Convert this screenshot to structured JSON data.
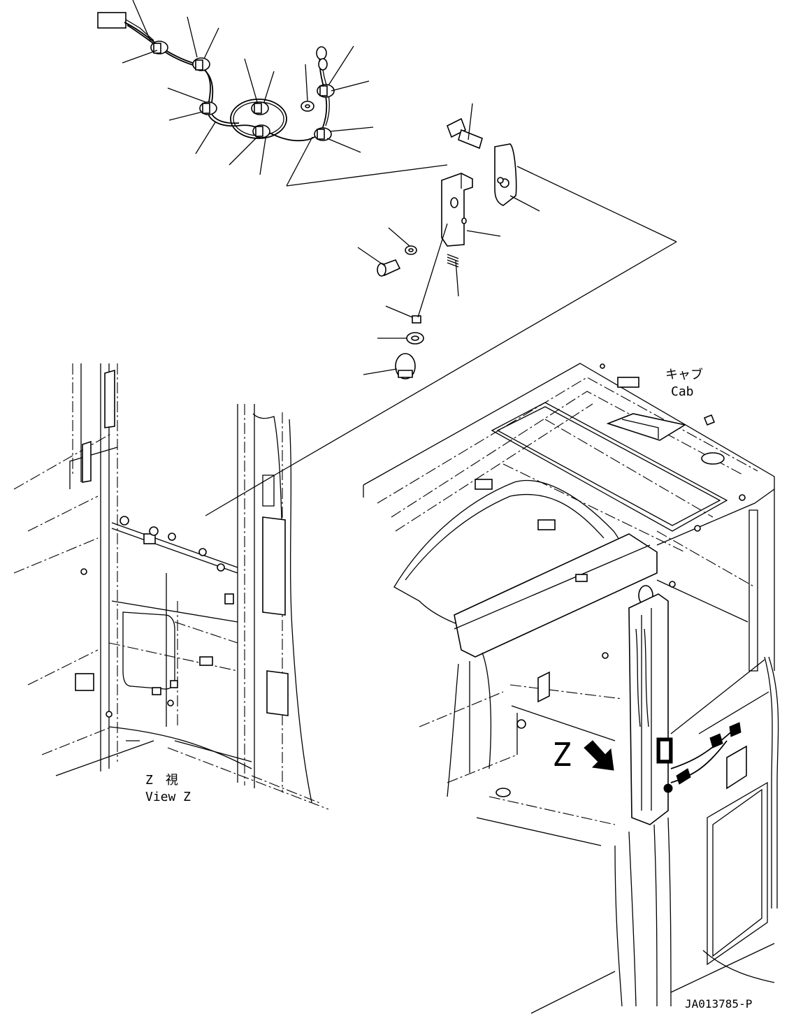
{
  "figure_id": "JA013785-P",
  "labels": {
    "cab_jp": "キャブ",
    "cab_en": "Cab",
    "view_jp": "Z　視",
    "view_en": "View Z",
    "arrow_letter": "Z"
  }
}
